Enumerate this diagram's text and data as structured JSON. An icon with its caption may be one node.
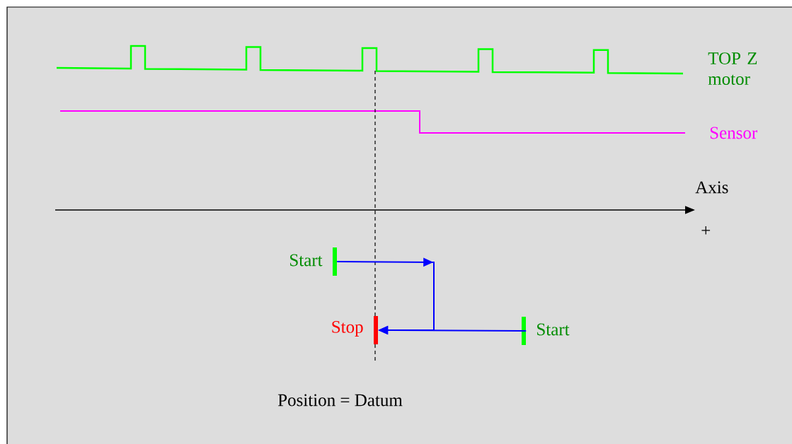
{
  "diagram": {
    "nodes": [
      {
        "text": [],
        "shape": "bar",
        "beside": [
          "Start"
        ]
      },
      {
        "text": [],
        "shape": "bar",
        "beside": [
          "Stop"
        ]
      },
      {
        "text": [],
        "shape": "bar",
        "beside": [
          "Start"
        ]
      }
    ],
    "edges": [
      {
        "from": 0,
        "to": 1,
        "arrow": "to"
      },
      {
        "from": 2,
        "to": 1,
        "arrow": "to"
      }
    ],
    "labels": [
      "TOP Z motor",
      "Sensor",
      "Axis",
      "+",
      "Position = Datum"
    ]
  }
}
